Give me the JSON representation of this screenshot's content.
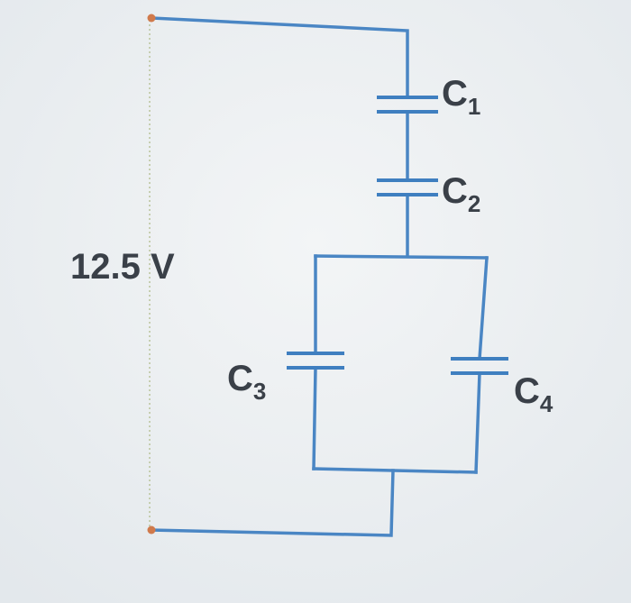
{
  "circuit": {
    "voltage_label": "12.5 V",
    "capacitors": [
      {
        "letter": "C",
        "sub": "1"
      },
      {
        "letter": "C",
        "sub": "2"
      },
      {
        "letter": "C",
        "sub": "3"
      },
      {
        "letter": "C",
        "sub": "4"
      }
    ],
    "colors": {
      "wire": "#4a86c4",
      "plate": "#3f7fc0",
      "terminal": "#d07a4c",
      "label": "#3a4048",
      "background": "#e9edf0"
    }
  }
}
